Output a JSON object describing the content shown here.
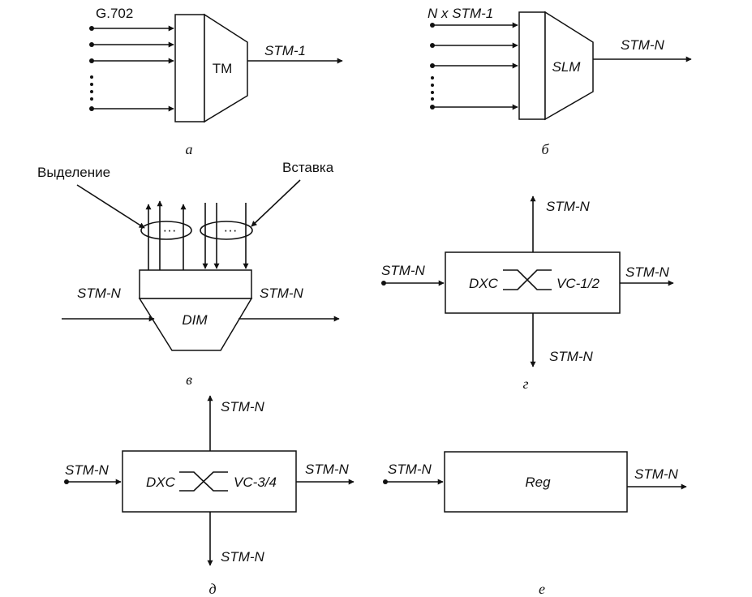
{
  "diagram_a": {
    "input_label": "G.702",
    "block_label": "TM",
    "output_label": "STM-1",
    "caption": "а"
  },
  "diagram_b": {
    "input_label": "N x STM-1",
    "block_label": "SLM",
    "output_label": "STM-N",
    "caption": "б"
  },
  "diagram_v": {
    "drop_label": "Выделение",
    "insert_label": "Вставка",
    "in_label": "STM-N",
    "out_label": "STM-N",
    "block_label": "DIM",
    "ellipsis": "···",
    "caption": "в"
  },
  "diagram_g": {
    "top_label": "STM-N",
    "left_label": "STM-N",
    "right_label": "STM-N",
    "bottom_label": "STM-N",
    "block_left": "DXC",
    "block_right": "VC-1/2",
    "caption": "г"
  },
  "diagram_d": {
    "top_label": "STM-N",
    "left_label": "STM-N",
    "right_label": "STM-N",
    "bottom_label": "STM-N",
    "block_left": "DXC",
    "block_right": "VC-3/4",
    "caption": "д"
  },
  "diagram_e": {
    "left_label": "STM-N",
    "right_label": "STM-N",
    "block_label": "Reg",
    "caption": "е"
  }
}
